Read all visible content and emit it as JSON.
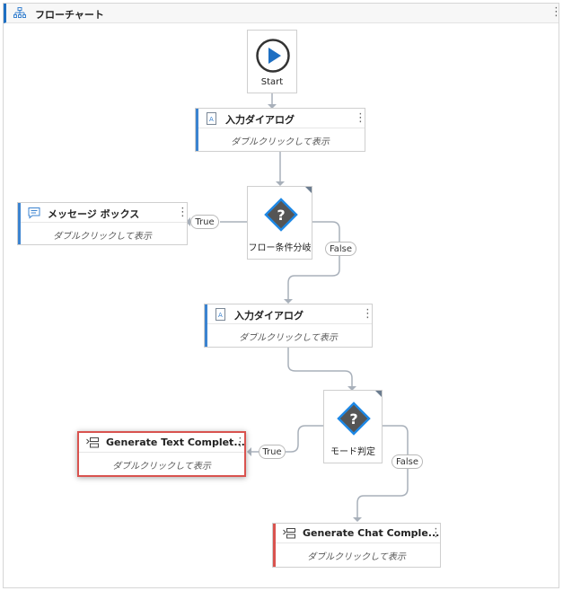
{
  "panel": {
    "title": "フローチャート"
  },
  "hint_text": "ダブルクリックして表示",
  "start": {
    "label": "Start"
  },
  "activities": {
    "input1": {
      "title": "入力ダイアログ"
    },
    "message": {
      "title": "メッセージ ボックス"
    },
    "input2": {
      "title": "入力ダイアログ"
    },
    "gen_text": {
      "title": "Generate Text Complet..."
    },
    "gen_chat": {
      "title": "Generate Chat Comple..."
    }
  },
  "decisions": {
    "flow": {
      "label": "フロー条件分岐"
    },
    "mode": {
      "label": "モード判定"
    }
  },
  "edge_labels": {
    "true1": "True",
    "false1": "False",
    "true2": "True",
    "false2": "False"
  },
  "colors": {
    "accent_blue": "#1e6fc2",
    "selected_red": "#d9534f",
    "decision_fill": "#555555",
    "decision_stroke": "#1e88e5",
    "connector": "#a8b0ba"
  }
}
